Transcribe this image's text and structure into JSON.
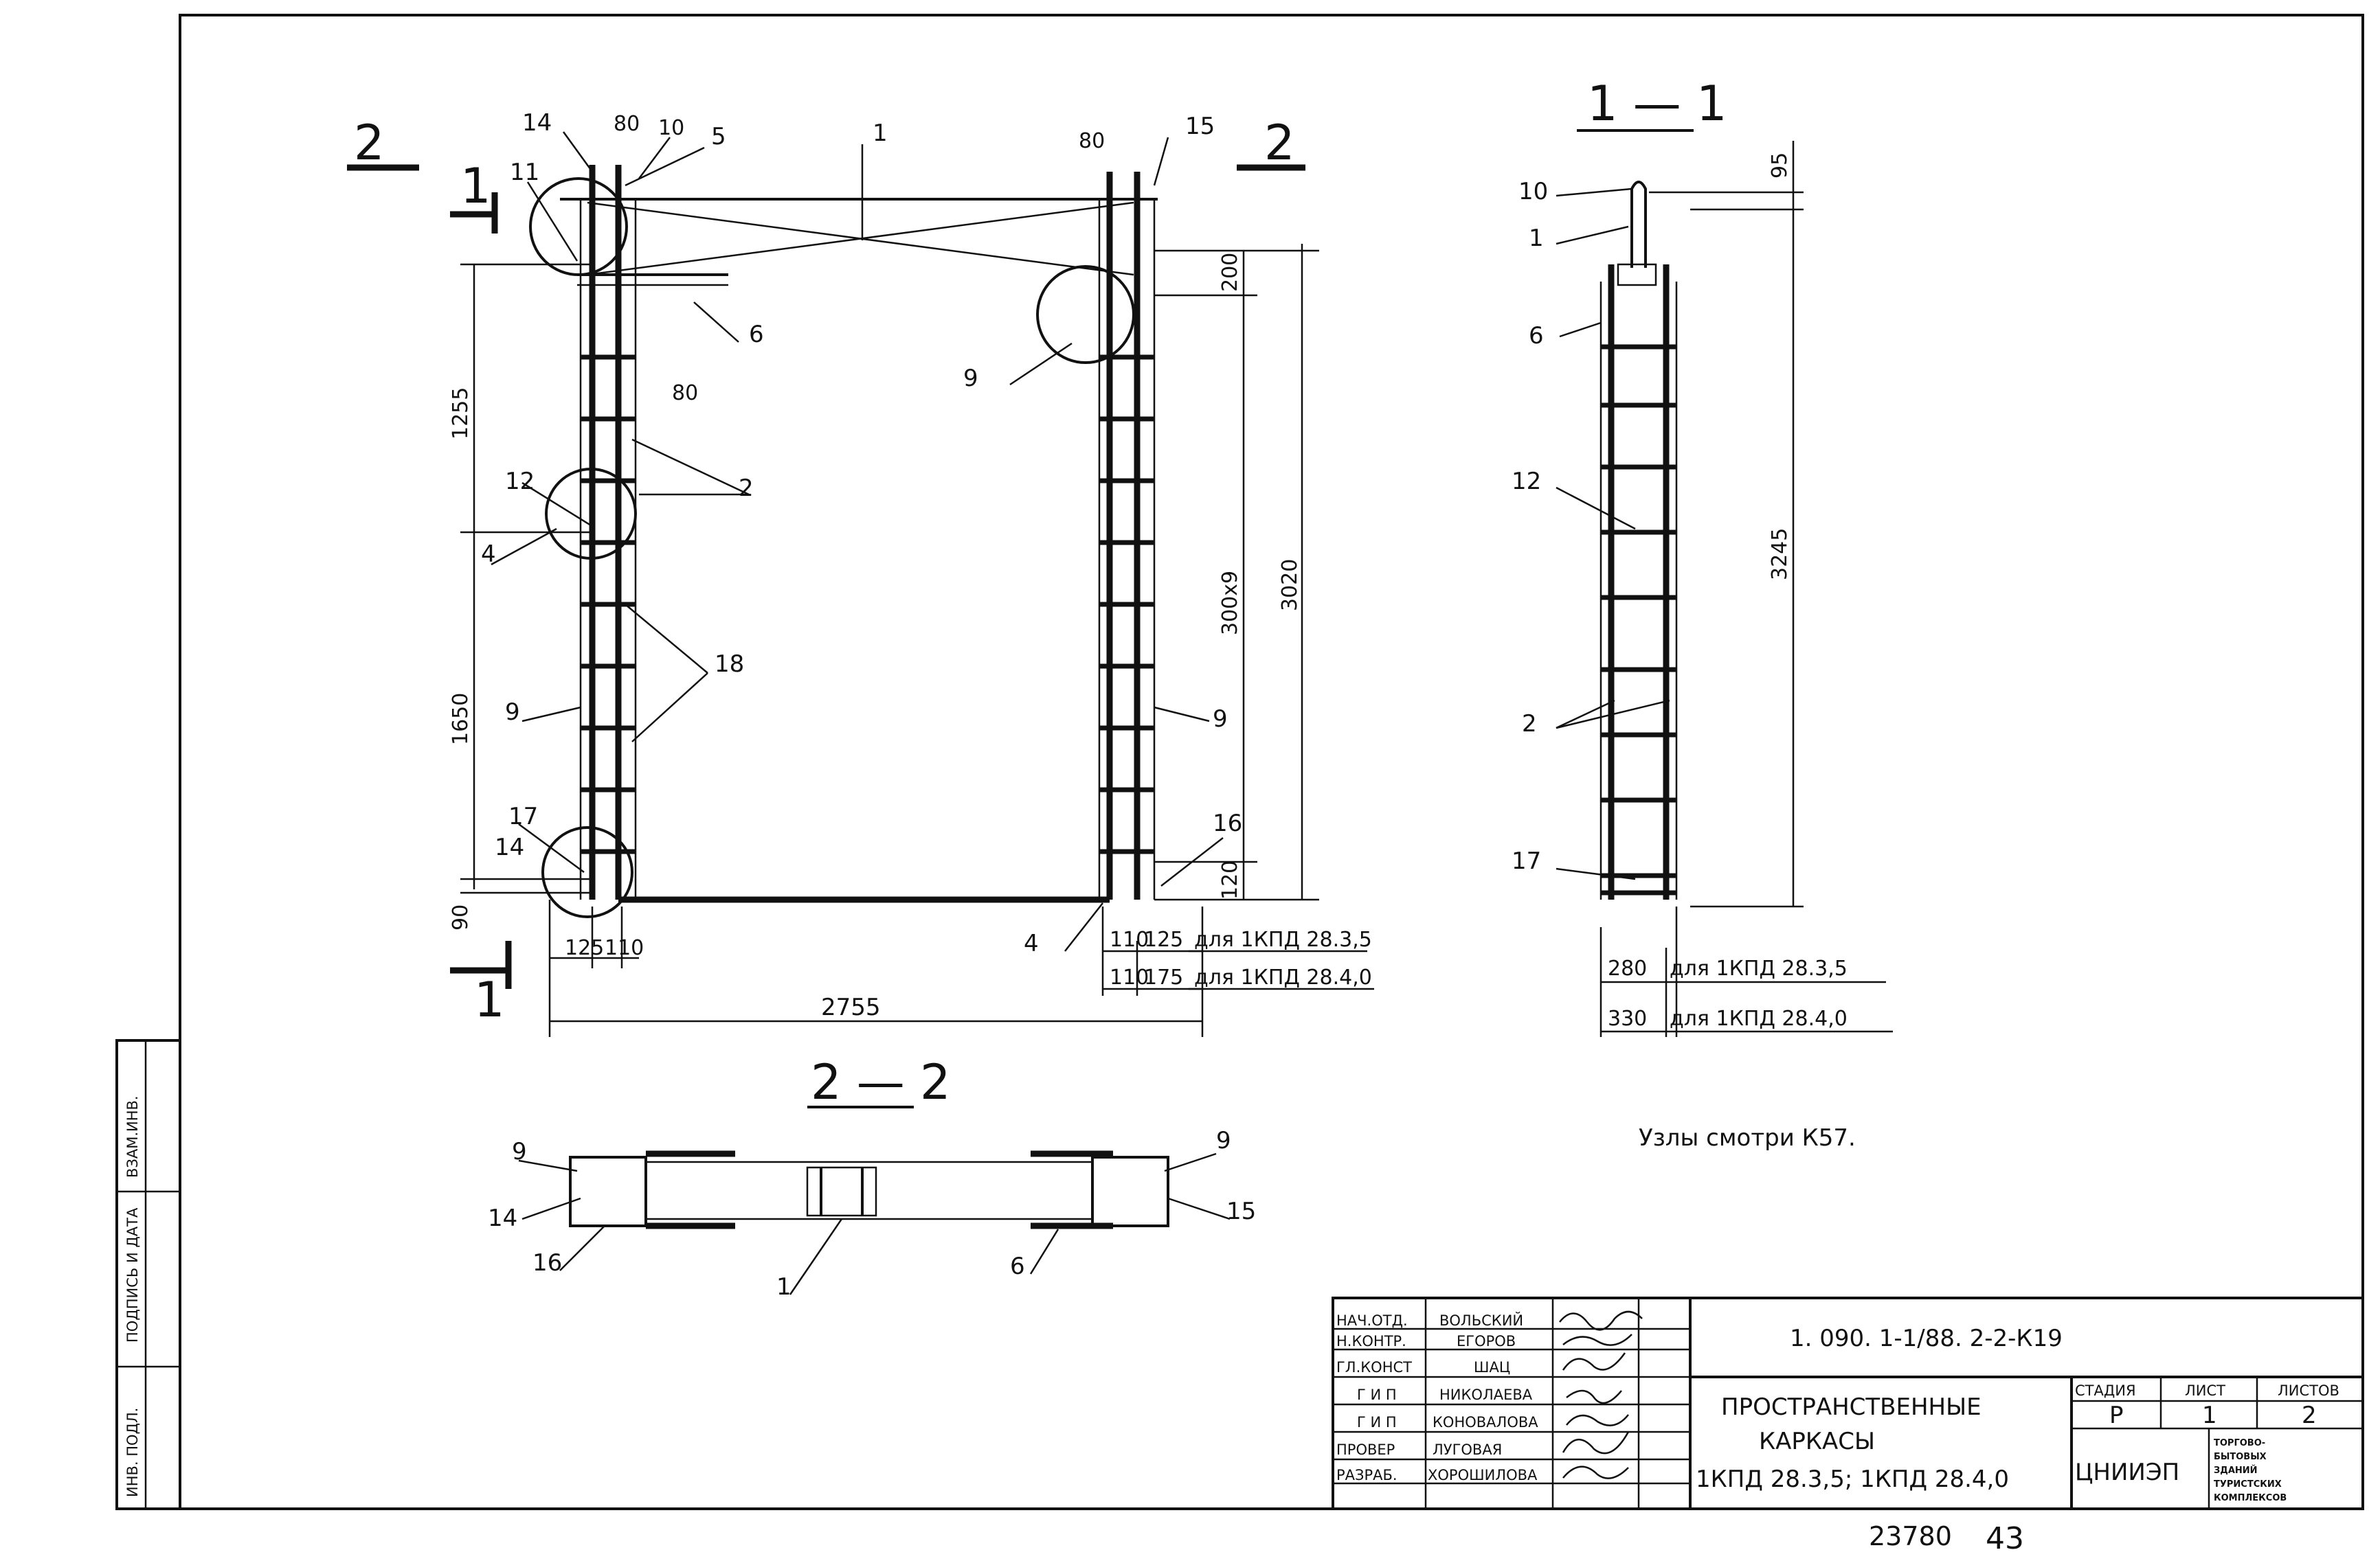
{
  "drawing": {
    "section_labels": {
      "sec_1_1": "1 — 1",
      "sec_2_2": "2 — 2",
      "cut_1": "1",
      "cut_2": "2"
    },
    "elevation": {
      "callouts": [
        "14",
        "11",
        "80",
        "10",
        "5",
        "1",
        "80",
        "15",
        "6",
        "9",
        "80",
        "12",
        "2",
        "4",
        "18",
        "9",
        "9",
        "17",
        "14",
        "16",
        "4"
      ],
      "dims": {
        "d1255": "1255",
        "d1650": "1650",
        "d90": "90",
        "d300x9": "300x9",
        "d3020": "3020",
        "d200": "200",
        "d120": "120",
        "d125": "125",
        "d110": "110",
        "d2755": "2755",
        "d110a": "110",
        "d125a": "125",
        "d110b": "110",
        "d175": "175",
        "note_35": "для 1КПД 28.3,5",
        "note_40": "для 1КПД 28.4,0"
      }
    },
    "section11": {
      "callouts": [
        "10",
        "1",
        "6",
        "12",
        "2",
        "17"
      ],
      "dims": {
        "d95": "95",
        "d3245": "3245",
        "d280": "280",
        "d330": "330",
        "note_35": "для 1КПД 28.3,5",
        "note_40": "для 1КПД 28.4,0"
      }
    },
    "section22": {
      "callouts": [
        "9",
        "14",
        "16",
        "1",
        "6",
        "9",
        "15"
      ]
    },
    "note": "Узлы смотри К57."
  },
  "left_strip": {
    "inv_podl": "ИНВ. ПОДЛ.",
    "podpis": "ПОДПИСЬ И ДАТА",
    "vzam": "ВЗАМ.ИНВ."
  },
  "title_block": {
    "rows": [
      {
        "role": "НАЧ.ОТД.",
        "name": "ВОЛЬСКИЙ"
      },
      {
        "role": "Н.КОНТР.",
        "name": "ЕГОРОВ"
      },
      {
        "role": "ГЛ.КОНСТ",
        "name": "ШАЦ"
      },
      {
        "role": "Г И П",
        "name": "НИКОЛАЕВА"
      },
      {
        "role": "Г И П",
        "name": "КОНОВАЛОВА"
      },
      {
        "role": "ПРОВЕР",
        "name": "ЛУГОВАЯ"
      },
      {
        "role": "РАЗРАБ.",
        "name": "ХОРОШИЛОВА"
      }
    ],
    "code": "1. 090. 1-1/88. 2-2-К19",
    "title_line1": "ПРОСТРАНСТВЕННЫЕ",
    "title_line2": "КАРКАСЫ",
    "title_line3": "1КПД 28.3,5; 1КПД 28.4,0",
    "stage_h": "СТАДИЯ",
    "sheet_h": "ЛИСТ",
    "sheets_h": "ЛИСТОВ",
    "stage": "Р",
    "sheet": "1",
    "sheets": "2",
    "org": "ЦНИИЭП",
    "org_note": [
      "ТОРГОВО-",
      "БЫТОВЫХ",
      "ЗДАНИЙ",
      "ТУРИСТСКИХ",
      "КОМПЛЕКСОВ"
    ]
  },
  "footer": {
    "number": "23780",
    "page": "43"
  }
}
